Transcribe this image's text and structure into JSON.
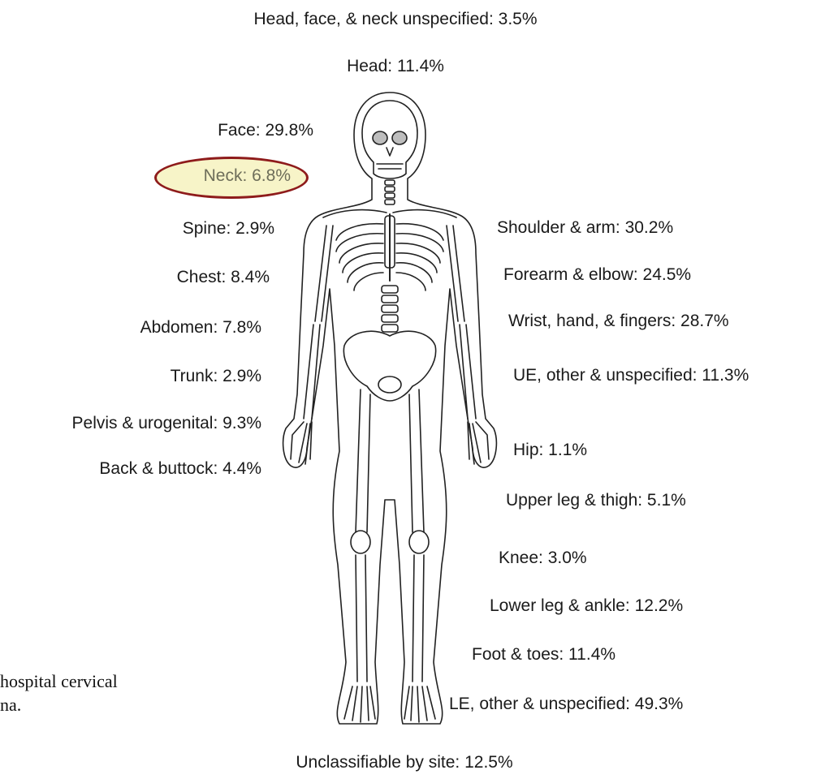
{
  "labels": {
    "head_face_neck_unspecified": "Head, face, & neck unspecified: 3.5%",
    "head": "Head: 11.4%",
    "face": "Face: 29.8%",
    "neck": "Neck: 6.8%",
    "spine": "Spine: 2.9%",
    "chest": "Chest: 8.4%",
    "abdomen": "Abdomen: 7.8%",
    "trunk": "Trunk: 2.9%",
    "pelvis": "Pelvis & urogenital: 9.3%",
    "back": "Back & buttock: 4.4%",
    "shoulder": "Shoulder & arm: 30.2%",
    "forearm": "Forearm & elbow: 24.5%",
    "wrist": "Wrist, hand, & fingers: 28.7%",
    "ue_other": "UE, other & unspecified: 11.3%",
    "hip": "Hip: 1.1%",
    "upper_leg": "Upper leg & thigh: 5.1%",
    "knee": "Knee: 3.0%",
    "lower_leg": "Lower leg & ankle: 12.2%",
    "foot": "Foot & toes: 11.4%",
    "le_other": "LE, other & unspecified: 49.3%",
    "unclassifiable": "Unclassifiable by site: 12.5%"
  },
  "caption": {
    "line1": "hospital cervical",
    "line2": "na."
  },
  "colors": {
    "highlight_fill": "#f7f4c8",
    "highlight_border": "#8e1b1b"
  }
}
